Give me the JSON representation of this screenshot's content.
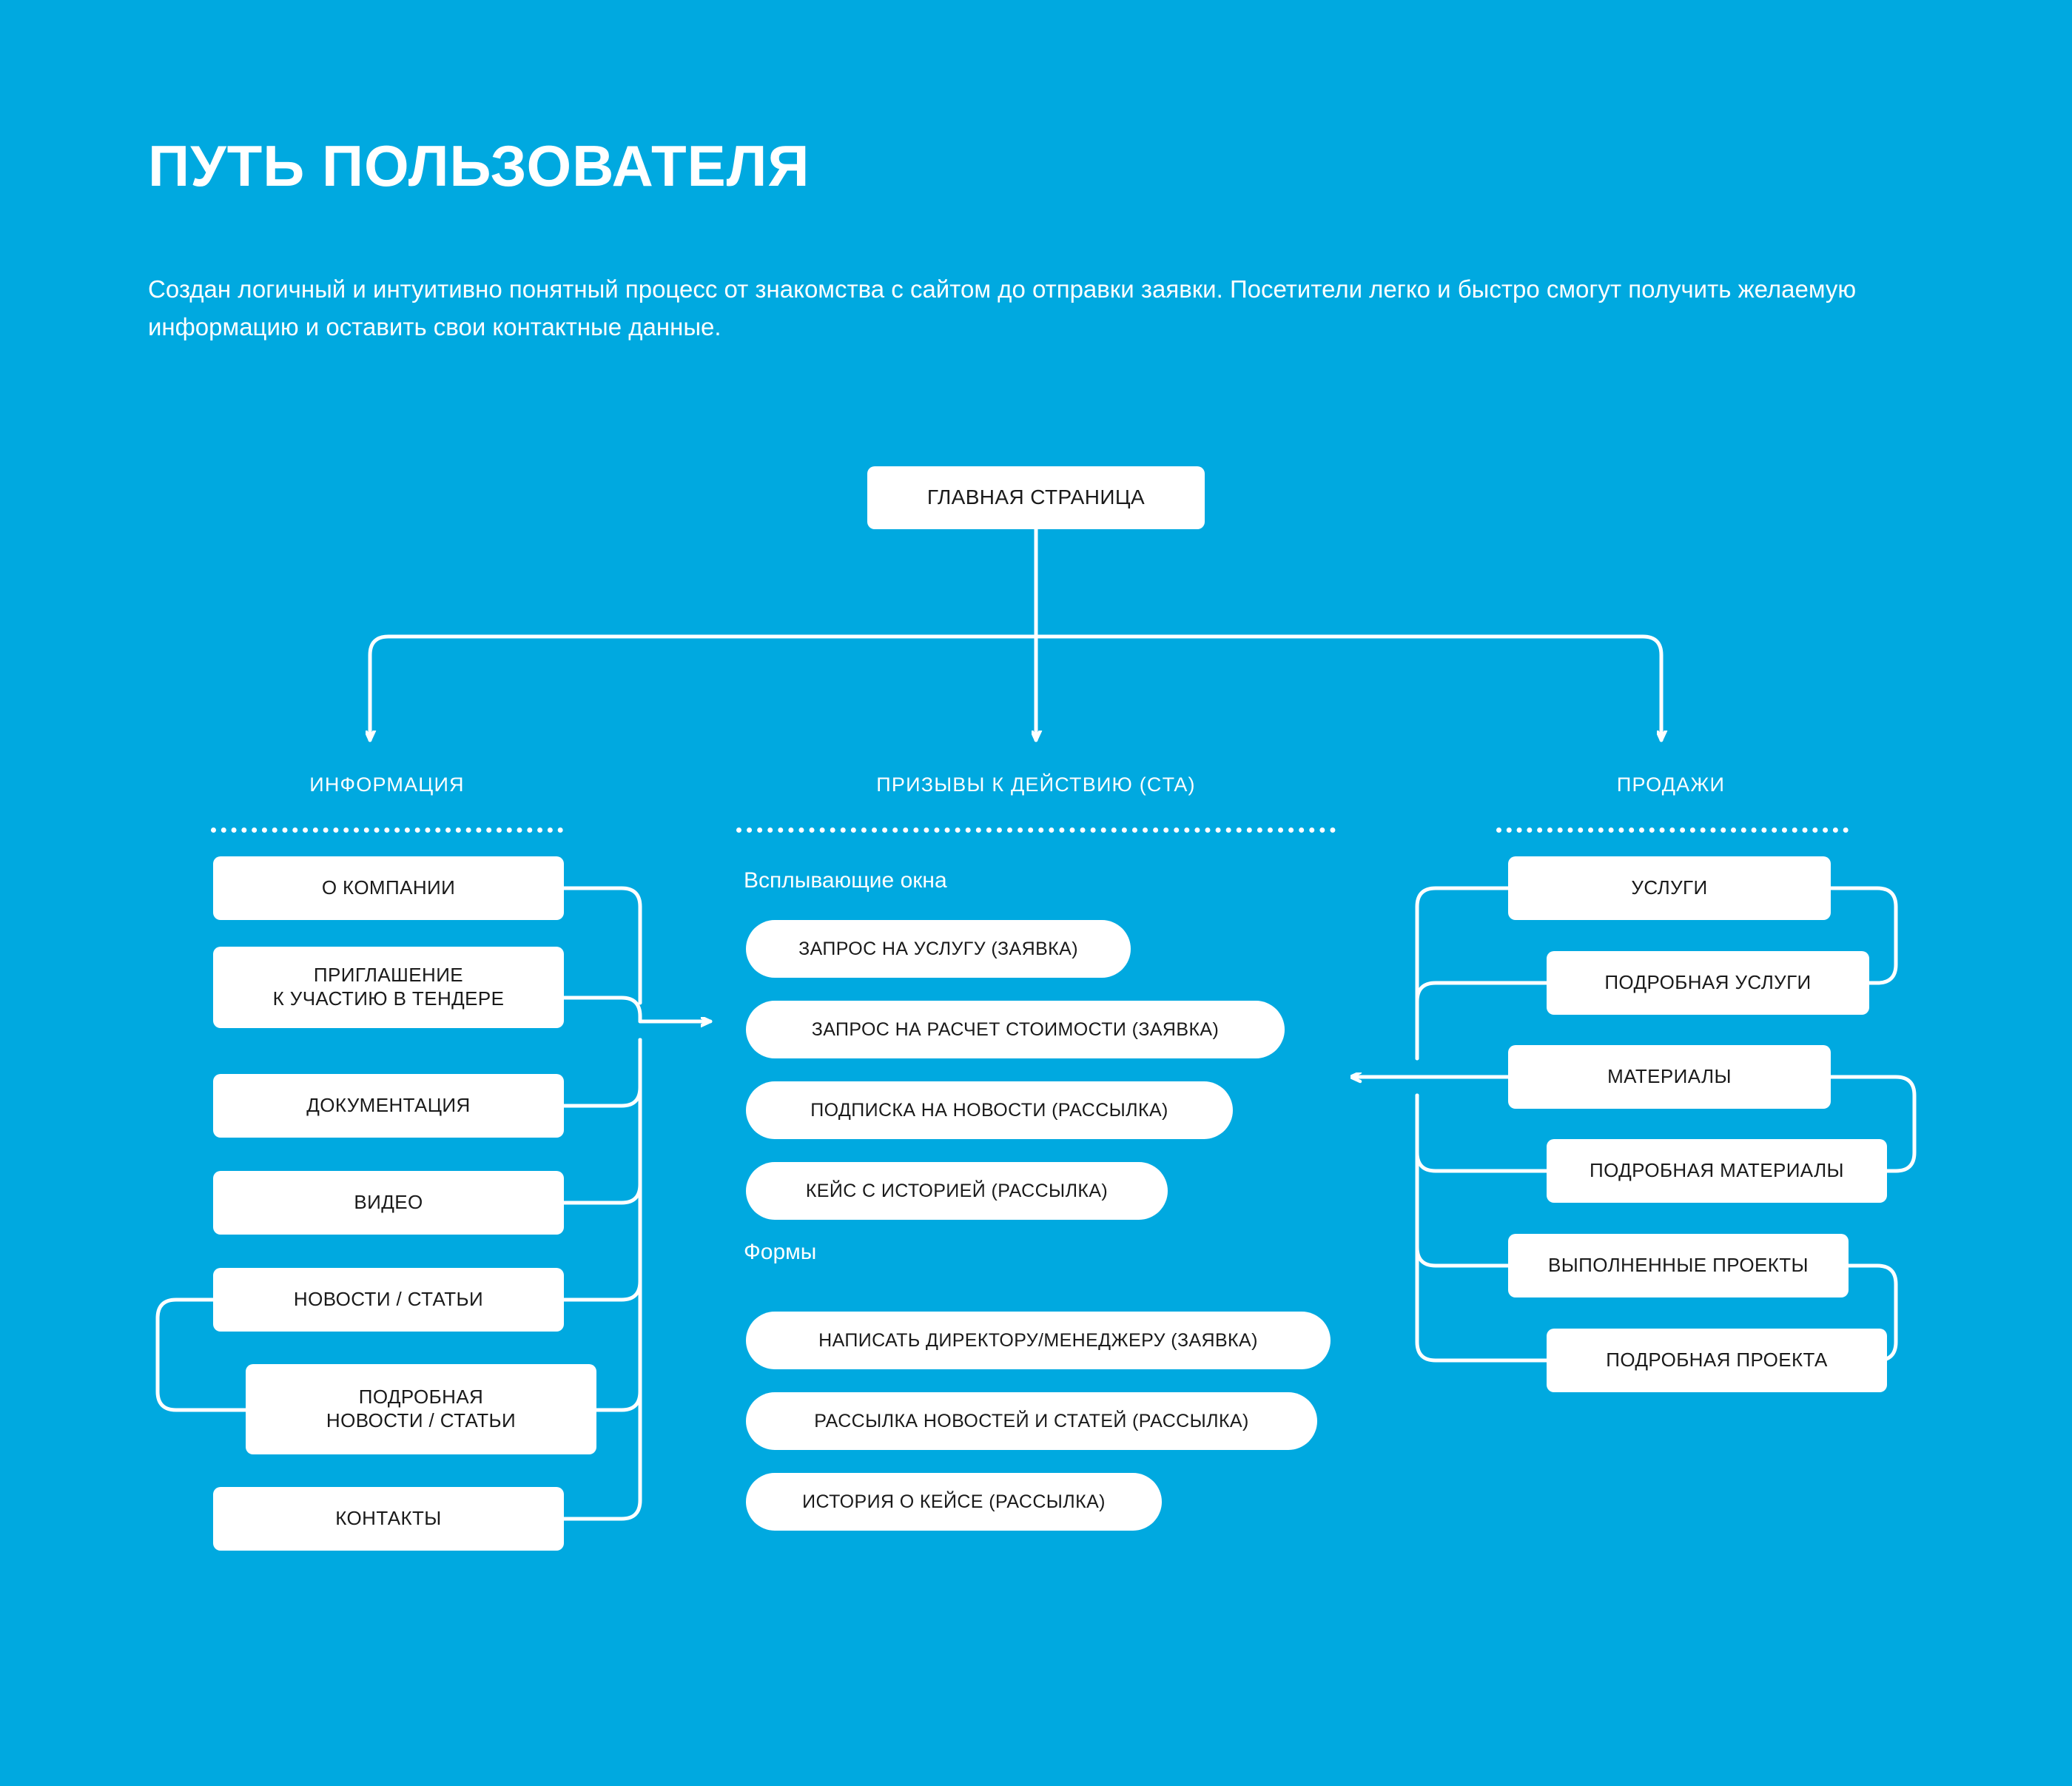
{
  "header": {
    "title": "ПУТЬ ПОЛЬЗОВАТЕЛЯ",
    "subtitle": "Создан логичный и интуитивно понятный процесс от знакомства с сайтом до отправки заявки. Посетители легко и быстро смогут получить желаемую информацию и оставить свои контактные данные."
  },
  "colors": {
    "background": "#00A9E0",
    "node_fill": "#FFFFFF",
    "node_text": "#1A1A1A",
    "line": "#FFFFFF",
    "header_text": "#FFFFFF"
  },
  "diagram": {
    "root": {
      "label": "ГЛАВНАЯ СТРАНИЦА"
    },
    "columns": [
      {
        "id": "information",
        "header": "ИНФОРМАЦИЯ",
        "nodes": [
          {
            "label": "О КОМПАНИИ"
          },
          {
            "label": "ПРИГЛАШЕНИЕ\nК УЧАСТИЮ В ТЕНДЕРЕ"
          },
          {
            "label": "ДОКУМЕНТАЦИЯ"
          },
          {
            "label": "ВИДЕО"
          },
          {
            "label": "НОВОСТИ / СТАТЬИ"
          },
          {
            "label": "ПОДРОБНАЯ\nНОВОСТИ / СТАТЬИ"
          },
          {
            "label": "КОНТАКТЫ"
          }
        ]
      },
      {
        "id": "cta",
        "header": "ПРИЗЫВЫ К ДЕЙСТВИЮ (CTA)",
        "groups": [
          {
            "caption": "Всплывающие окна",
            "nodes": [
              {
                "label": "ЗАПРОС НА УСЛУГУ (ЗАЯВКА)"
              },
              {
                "label": "ЗАПРОС НА РАСЧЕТ СТОИМОСТИ (ЗАЯВКА)"
              },
              {
                "label": "ПОДПИСКА НА НОВОСТИ (РАССЫЛКА)"
              },
              {
                "label": "КЕЙС С ИСТОРИЕЙ (РАССЫЛКА)"
              }
            ]
          },
          {
            "caption": "Формы",
            "nodes": [
              {
                "label": "НАПИСАТЬ ДИРЕКТОРУ/МЕНЕДЖЕРУ (ЗАЯВКА)"
              },
              {
                "label": "РАССЫЛКА НОВОСТЕЙ И СТАТЕЙ (РАССЫЛКА)"
              },
              {
                "label": "ИСТОРИЯ О КЕЙСЕ (РАССЫЛКА)"
              }
            ]
          }
        ]
      },
      {
        "id": "sales",
        "header": "ПРОДАЖИ",
        "nodes": [
          {
            "label": "УСЛУГИ"
          },
          {
            "label": "ПОДРОБНАЯ УСЛУГИ"
          },
          {
            "label": "МАТЕРИАЛЫ"
          },
          {
            "label": "ПОДРОБНАЯ МАТЕРИАЛЫ"
          },
          {
            "label": "ВЫПОЛНЕННЫЕ ПРОЕКТЫ"
          },
          {
            "label": "ПОДРОБНАЯ ПРОЕКТА"
          }
        ]
      }
    ]
  }
}
